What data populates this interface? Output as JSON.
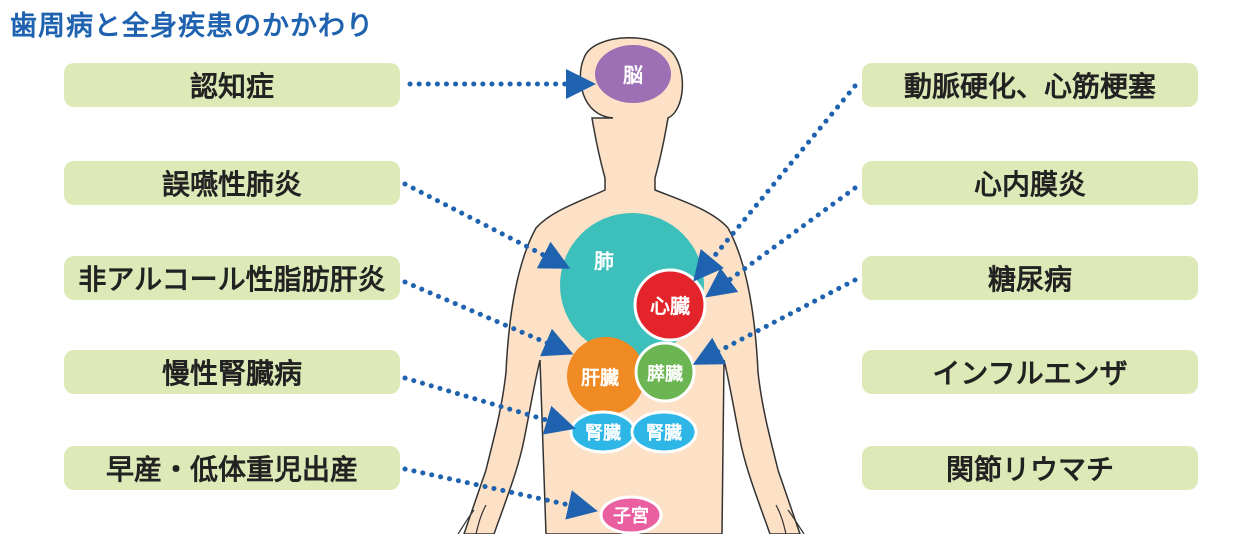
{
  "title": "歯周病と全身疾患のかかわり",
  "diseases_left": [
    "認知症",
    "誤嚥性肺炎",
    "非アルコール性脂肪肝炎",
    "慢性腎臓病",
    "早産・低体重児出産"
  ],
  "diseases_right": [
    "動脈硬化、心筋梗塞",
    "心内膜炎",
    "糖尿病",
    "インフルエンザ",
    "関節リウマチ"
  ],
  "organs": {
    "brain": "脳",
    "lung": "肺",
    "heart": "心臓",
    "liver": "肝臓",
    "pancreas": "膵臓",
    "kidney_left": "腎臓",
    "kidney_right": "腎臓",
    "uterus": "子宮"
  },
  "colors": {
    "title": "#1f63b0",
    "label_bg": "#dde9b6",
    "arrow": "#1f63b0",
    "skin": "#fde1c6",
    "brain": "#9d6fb4",
    "lung": "#3dbfbc",
    "heart": "#e3242b",
    "liver": "#f08a22",
    "pancreas": "#6bb552",
    "kidney": "#2eb6e6",
    "uterus": "#ea5fa0"
  }
}
